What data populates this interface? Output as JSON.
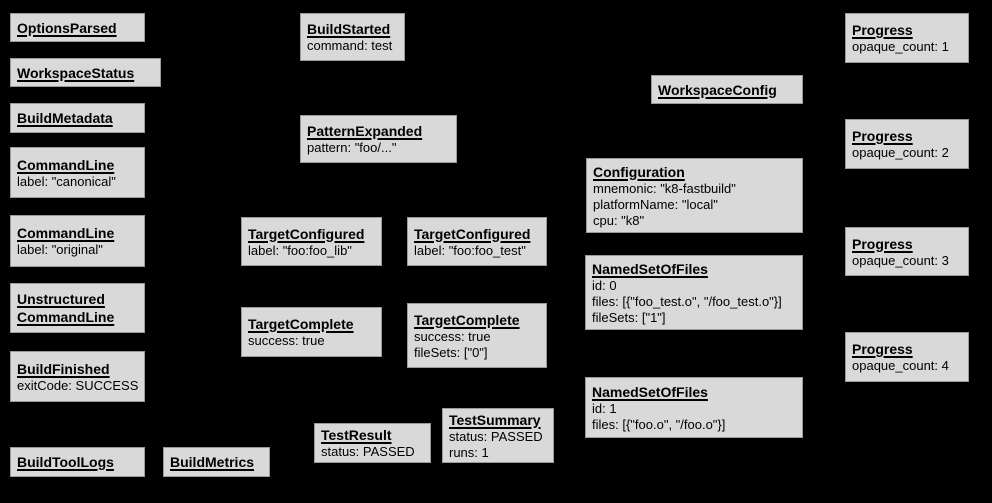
{
  "colors": {
    "background": "#000000",
    "node_fill": "#d9d9d9",
    "node_border": "#9a9a9a",
    "text": "#000000"
  },
  "diagram": {
    "nodes": [
      {
        "title": "OptionsParsed"
      },
      {
        "title": "WorkspaceStatus"
      },
      {
        "title": "BuildMetadata"
      },
      {
        "title": "CommandLine",
        "attrs": [
          "label: \"canonical\""
        ]
      },
      {
        "title": "CommandLine",
        "attrs": [
          "label: \"original\""
        ]
      },
      {
        "title": "Unstructured",
        "title2": "CommandLine"
      },
      {
        "title": "BuildFinished",
        "attrs": [
          "exitCode: SUCCESS"
        ]
      },
      {
        "title": "BuildToolLogs"
      },
      {
        "title": "BuildMetrics"
      },
      {
        "title": "BuildStarted",
        "attrs": [
          "command: test"
        ]
      },
      {
        "title": "PatternExpanded",
        "attrs": [
          "pattern: \"foo/...\""
        ]
      },
      {
        "title": "TargetConfigured",
        "attrs": [
          "label: \"foo:foo_lib\""
        ]
      },
      {
        "title": "TargetConfigured",
        "attrs": [
          "label: \"foo:foo_test\""
        ]
      },
      {
        "title": "TargetComplete",
        "attrs": [
          "success: true"
        ]
      },
      {
        "title": "TargetComplete",
        "attrs": [
          "success: true",
          "fileSets: [\"0\"]"
        ]
      },
      {
        "title": "TestResult",
        "attrs": [
          "status: PASSED"
        ]
      },
      {
        "title": "TestSummary",
        "attrs": [
          "status: PASSED",
          "runs: 1"
        ]
      },
      {
        "title": "WorkspaceConfig"
      },
      {
        "title": "Configuration",
        "attrs": [
          "mnemonic: \"k8-fastbuild\"",
          "platformName: \"local\"",
          "cpu: \"k8\""
        ]
      },
      {
        "title": "NamedSetOfFiles",
        "attrs": [
          "id: 0",
          "files: [{\"foo_test.o\", \"/foo_test.o\"}]",
          "fileSets: [\"1\"]"
        ]
      },
      {
        "title": "NamedSetOfFiles",
        "attrs": [
          "id: 1",
          "files: [{\"foo.o\", \"/foo.o\"}]"
        ]
      },
      {
        "title": "Progress",
        "attrs": [
          "opaque_count: 1"
        ]
      },
      {
        "title": "Progress",
        "attrs": [
          "opaque_count: 2"
        ]
      },
      {
        "title": "Progress",
        "attrs": [
          "opaque_count: 3"
        ]
      },
      {
        "title": "Progress",
        "attrs": [
          "opaque_count: 4"
        ]
      }
    ]
  }
}
